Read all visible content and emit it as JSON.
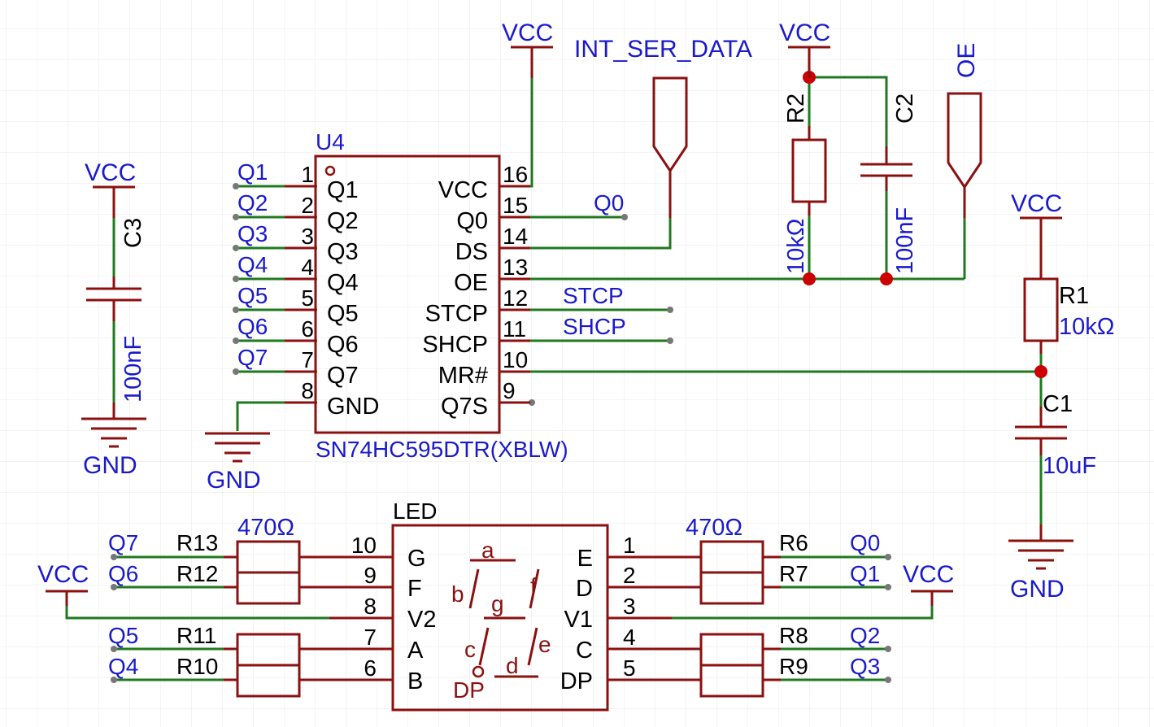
{
  "colors": {
    "background": "#ffffff",
    "grid": "#e9e9e9",
    "wire": "#1f7a1f",
    "symbol": "#8b1010",
    "net_label": "#1a1acc",
    "ref_text": "#1a1acc",
    "junction": "#cc0000",
    "pin_text": "#000000",
    "black_text": "#000000"
  },
  "u4": {
    "ref": "U4",
    "part": "SN74HC595DTR(XBLW)",
    "left_pins": [
      {
        "num": "1",
        "name": "Q1",
        "net": "Q1"
      },
      {
        "num": "2",
        "name": "Q2",
        "net": "Q2"
      },
      {
        "num": "3",
        "name": "Q3",
        "net": "Q3"
      },
      {
        "num": "4",
        "name": "Q4",
        "net": "Q4"
      },
      {
        "num": "5",
        "name": "Q5",
        "net": "Q5"
      },
      {
        "num": "6",
        "name": "Q6",
        "net": "Q6"
      },
      {
        "num": "7",
        "name": "Q7",
        "net": "Q7"
      },
      {
        "num": "8",
        "name": "GND",
        "net": ""
      }
    ],
    "right_pins": [
      {
        "num": "16",
        "name": "VCC"
      },
      {
        "num": "15",
        "name": "Q0"
      },
      {
        "num": "14",
        "name": "DS"
      },
      {
        "num": "13",
        "name": "OE"
      },
      {
        "num": "12",
        "name": "STCP"
      },
      {
        "num": "11",
        "name": "SHCP"
      },
      {
        "num": "10",
        "name": "MR#"
      },
      {
        "num": "9",
        "name": "Q7S"
      }
    ]
  },
  "nets": {
    "vcc": "VCC",
    "gnd": "GND",
    "q0": "Q0",
    "stcp": "STCP",
    "shcp": "SHCP",
    "int_ser_data": "INT_SER_DATA",
    "oe": "OE"
  },
  "components": {
    "c3": {
      "ref": "C3",
      "value": "100nF"
    },
    "r2": {
      "ref": "R2",
      "value": "10kΩ"
    },
    "c2": {
      "ref": "C2",
      "value": "100nF"
    },
    "r1": {
      "ref": "R1",
      "value": "10kΩ"
    },
    "c1": {
      "ref": "C1",
      "value": "10uF"
    }
  },
  "led": {
    "ref": "LED",
    "left_pins": [
      {
        "num": "10",
        "name": "G"
      },
      {
        "num": "9",
        "name": "F"
      },
      {
        "num": "8",
        "name": "V2"
      },
      {
        "num": "7",
        "name": "A"
      },
      {
        "num": "6",
        "name": "B"
      }
    ],
    "right_pins": [
      {
        "num": "1",
        "name": "E"
      },
      {
        "num": "2",
        "name": "D"
      },
      {
        "num": "3",
        "name": "V1"
      },
      {
        "num": "4",
        "name": "C"
      },
      {
        "num": "5",
        "name": "DP"
      }
    ],
    "segments": {
      "a": "a",
      "b": "b",
      "c": "c",
      "d": "d",
      "e": "e",
      "f": "f",
      "g": "g",
      "dp": "DP"
    }
  },
  "resistors_left": {
    "value": "470Ω",
    "r13": {
      "ref": "R13",
      "net": "Q7"
    },
    "r12": {
      "ref": "R12",
      "net": "Q6"
    },
    "r11": {
      "ref": "R11",
      "net": "Q5"
    },
    "r10": {
      "ref": "R10",
      "net": "Q4"
    }
  },
  "resistors_right": {
    "value": "470Ω",
    "r6": {
      "ref": "R6",
      "net": "Q0"
    },
    "r7": {
      "ref": "R7",
      "net": "Q1"
    },
    "r8": {
      "ref": "R8",
      "net": "Q2"
    },
    "r9": {
      "ref": "R9",
      "net": "Q3"
    }
  }
}
